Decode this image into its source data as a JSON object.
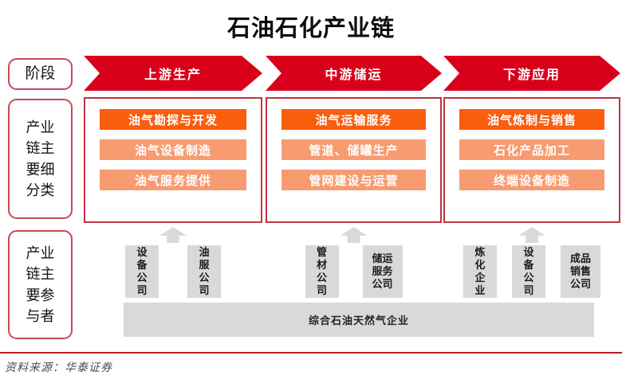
{
  "title": "石油石化产业链",
  "row_labels": {
    "stage": "阶段",
    "segments": "产业链主要细分类",
    "participants": "产业链主要参与者"
  },
  "columns": [
    {
      "stage": "上游生产",
      "segments": [
        "油气勘探与开发",
        "油气设备制造",
        "油气服务提供"
      ],
      "participants": [
        "设备公司",
        "油服公司"
      ]
    },
    {
      "stage": "中游储运",
      "segments": [
        "油气运输服务",
        "管道、储罐生产",
        "管网建设与运营"
      ],
      "participants": [
        "管材公司",
        "储运服务公司"
      ]
    },
    {
      "stage": "下游应用",
      "segments": [
        "油气炼制与销售",
        "石化产品加工",
        "终端设备制造"
      ],
      "participants": [
        "炼化企业",
        "设备公司",
        "成品销售公司"
      ]
    }
  ],
  "bottom_bar": "综合石油天然气企业",
  "source": "资料来源：华泰证券",
  "colors": {
    "arrow_red": "#d9001b",
    "segment_box_border": "#bf3540",
    "side_label_border": "#c64b57",
    "segment_primary": "#f95d0e",
    "segment_secondary": "#f89b70",
    "participant_gray": "#d9d9d9",
    "footer_rule_red": "#b51f1f"
  }
}
